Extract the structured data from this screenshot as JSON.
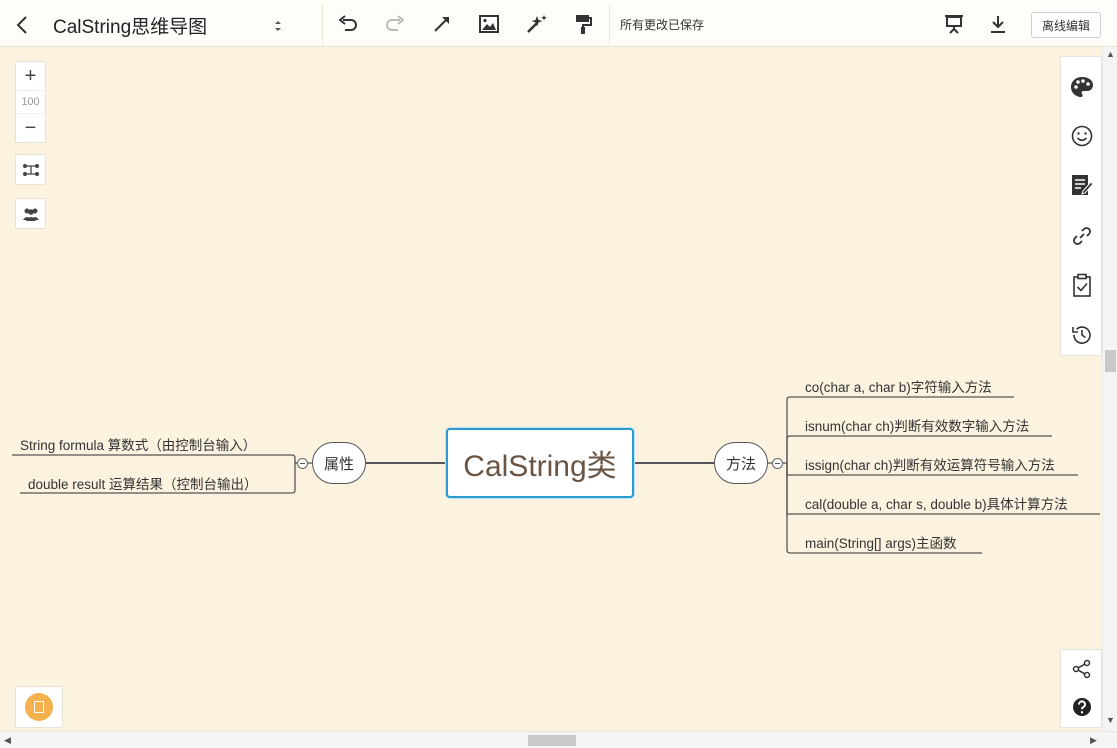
{
  "toolbar": {
    "title": "CalString思维导图",
    "save_status": "所有更改已保存",
    "offline_label": "离线编辑"
  },
  "zoom": {
    "plus": "+",
    "level": "100",
    "minus": "−"
  },
  "mindmap": {
    "root": "CalString类",
    "left_branch": {
      "label": "属性",
      "items": [
        "String formula 算数式（由控制台输入）",
        "double result 运算结果（控制台输出）"
      ]
    },
    "right_branch": {
      "label": "方法",
      "items": [
        "co(char a, char b)字符输入方法",
        "isnum(char ch)判断有效数字输入方法",
        "issign(char ch)判断有效运算符号输入方法",
        "cal(double a, char s, double b)具体计算方法",
        "main(String[] args)主函数"
      ]
    }
  },
  "colors": {
    "canvas": "#fbf3df",
    "root_border": "#2a9ad1",
    "root_text": "#6a5545",
    "avatar": "#f5b14b"
  }
}
